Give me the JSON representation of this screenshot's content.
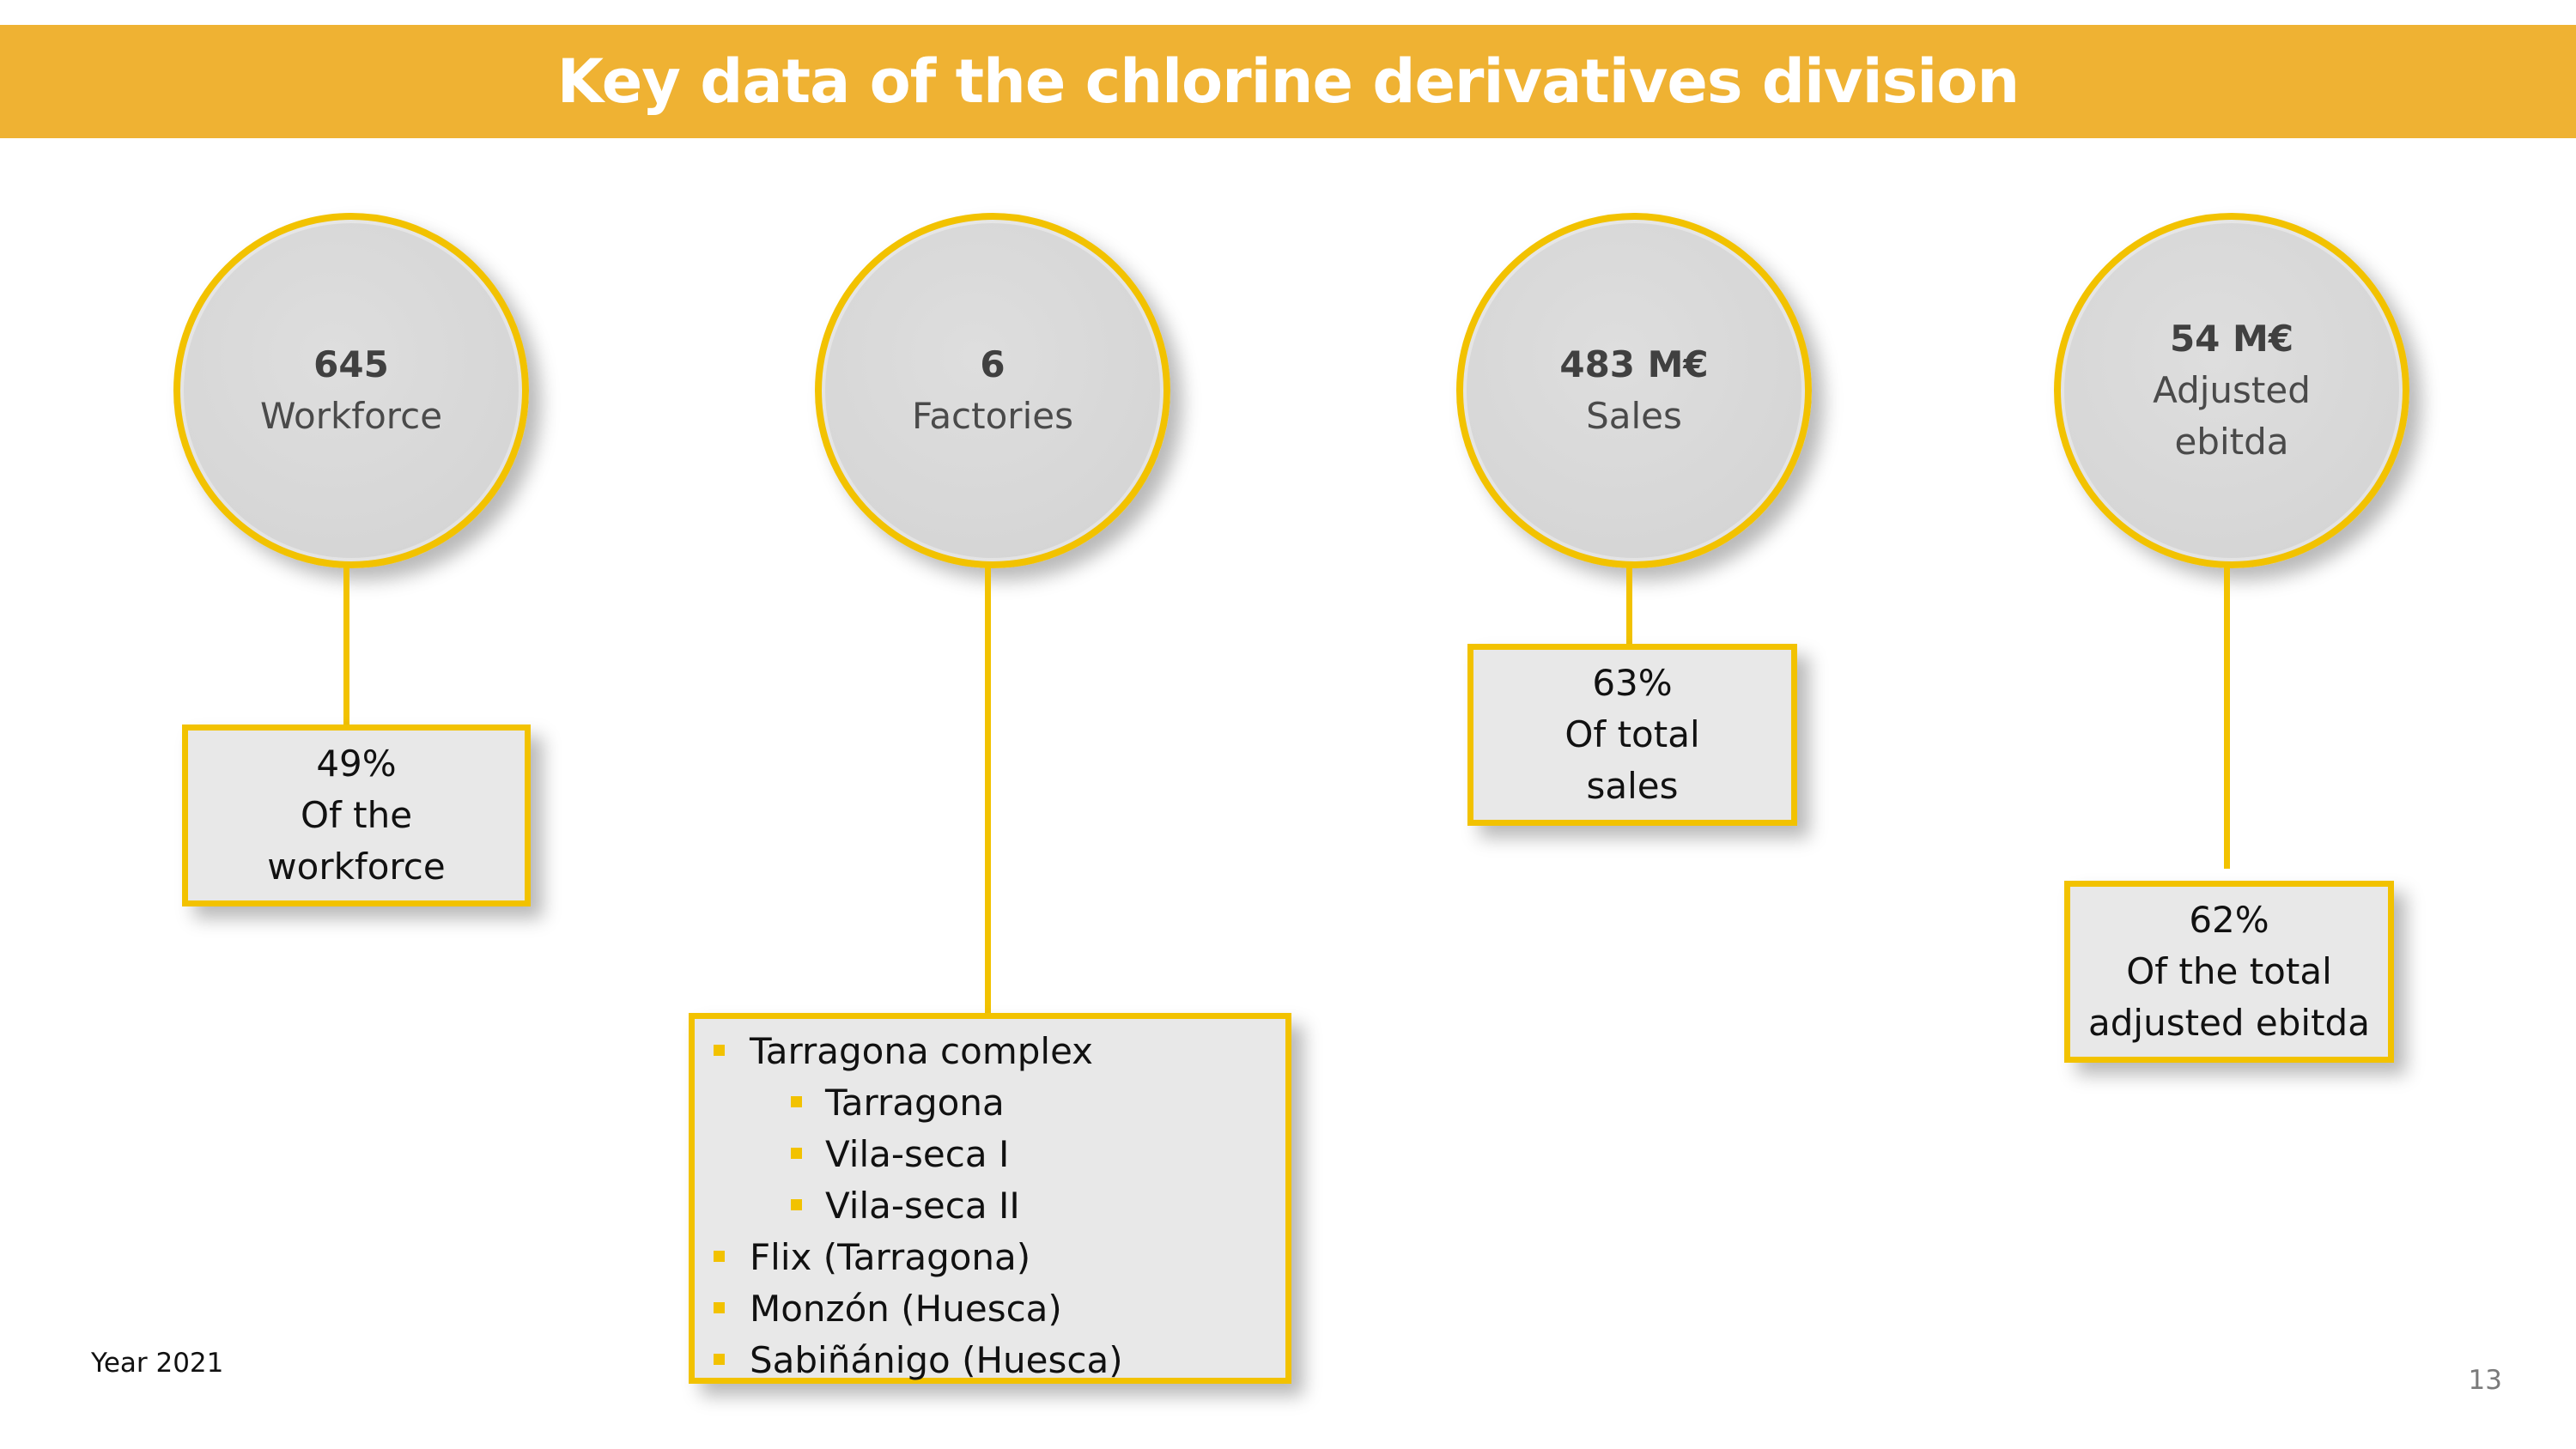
{
  "title": "Key data of the chlorine derivatives division",
  "metrics": [
    {
      "value": "645",
      "label": "Workforce",
      "detail": [
        "49%",
        "Of the",
        "workforce"
      ]
    },
    {
      "value": "6",
      "label": "Factories"
    },
    {
      "value": "483 M€",
      "label": "Sales",
      "detail": [
        "63%",
        "Of total",
        "sales"
      ]
    },
    {
      "value": "54 M€",
      "label_lines": [
        "Adjusted",
        "ebitda"
      ],
      "detail": [
        "62%",
        "Of the total",
        "adjusted ebitda"
      ]
    }
  ],
  "factories": [
    {
      "text": "Tarragona complex",
      "level": 1
    },
    {
      "text": "Tarragona",
      "level": 2
    },
    {
      "text": "Vila-seca I",
      "level": 2
    },
    {
      "text": "Vila-seca II",
      "level": 2
    },
    {
      "text": "Flix (Tarragona)",
      "level": 1
    },
    {
      "text": "Monzón (Huesca)",
      "level": 1
    },
    {
      "text": "Sabiñánigo (Huesca)",
      "level": 1
    }
  ],
  "footer": {
    "year": "Year 2021",
    "page_number": "13"
  },
  "colors": {
    "title_bar": "#efb233",
    "accent": "#f2c200",
    "circle_fill": "#d9d9d9",
    "box_fill": "#e8e8e8"
  }
}
